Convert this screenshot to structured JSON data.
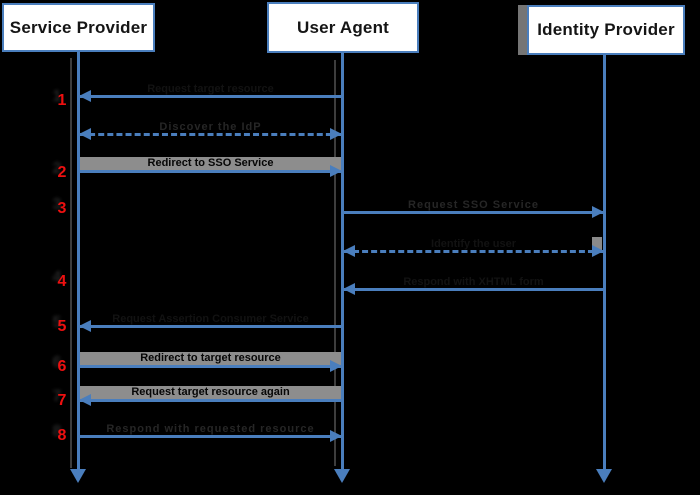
{
  "actors": [
    {
      "name": "Service Provider"
    },
    {
      "name": "User Agent"
    },
    {
      "name": "Identity Provider"
    }
  ],
  "messages": [
    {
      "number": "1",
      "label": "Request target resource",
      "from": "User Agent",
      "to": "Service Provider",
      "line": "solid",
      "direction": "left"
    },
    {
      "number": "",
      "label": "Discover the IdP",
      "from": "Service Provider",
      "to": "User Agent",
      "line": "dashed",
      "direction": "both"
    },
    {
      "number": "2",
      "label": "Redirect to SSO Service",
      "from": "Service Provider",
      "to": "User Agent",
      "line": "solid",
      "direction": "right"
    },
    {
      "number": "3",
      "label": "Request SSO Service",
      "from": "User Agent",
      "to": "Identity Provider",
      "line": "solid",
      "direction": "right"
    },
    {
      "number": "",
      "label": "Identify the user",
      "from": "User Agent",
      "to": "Identity Provider",
      "line": "dashed",
      "direction": "both"
    },
    {
      "number": "4",
      "label": "Respond with XHTML form",
      "from": "Identity Provider",
      "to": "User Agent",
      "line": "solid",
      "direction": "left"
    },
    {
      "number": "5",
      "label": "Request Assertion Consumer Service",
      "from": "User Agent",
      "to": "Service Provider",
      "line": "solid",
      "direction": "left"
    },
    {
      "number": "6",
      "label": "Redirect to target resource",
      "from": "Service Provider",
      "to": "User Agent",
      "line": "solid",
      "direction": "right"
    },
    {
      "number": "7",
      "label": "Request target resource again",
      "from": "User Agent",
      "to": "Service Provider",
      "line": "solid",
      "direction": "left"
    },
    {
      "number": "8",
      "label": "Respond with requested resource",
      "from": "Service Provider",
      "to": "User Agent",
      "line": "solid",
      "direction": "right"
    }
  ],
  "colors": {
    "background": "#000000",
    "arrow_blue": "#4a7ebd",
    "box_fill": "#ffffff",
    "box_border": "#4a7ebd",
    "box_text": "#151515",
    "step_number_red": "#ee1010",
    "label_band_gray": "#8d8d8d"
  }
}
